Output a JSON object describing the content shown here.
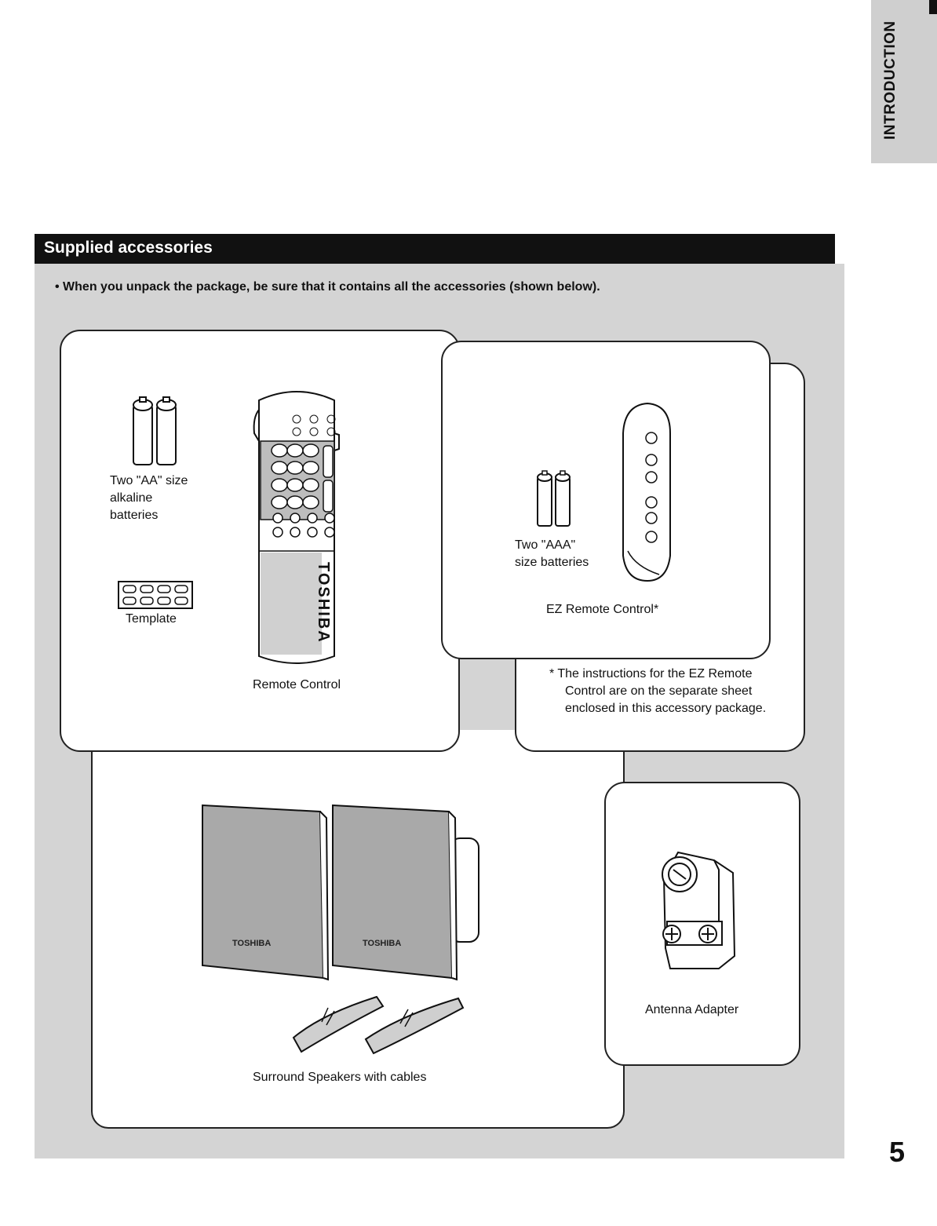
{
  "side_tab": {
    "label": "INTRODUCTION"
  },
  "section": {
    "title": "Supplied accessories",
    "note": "• When you unpack the package, be sure that it contains all the accessories (shown below)."
  },
  "items": {
    "aa_batteries": "Two \"AA\" size\nalkaline\nbatteries",
    "template": "Template",
    "remote_control": "Remote Control",
    "aaa_batteries": "Two \"AAA\"\nsize batteries",
    "ez_remote": "EZ Remote Control*",
    "ez_note": "* The instructions for the EZ Remote Control are on the separate sheet enclosed in this accessory package.",
    "speakers": "Surround Speakers with cables",
    "antenna": "Antenna Adapter"
  },
  "brand": "TOSHIBA",
  "page_number": "5"
}
